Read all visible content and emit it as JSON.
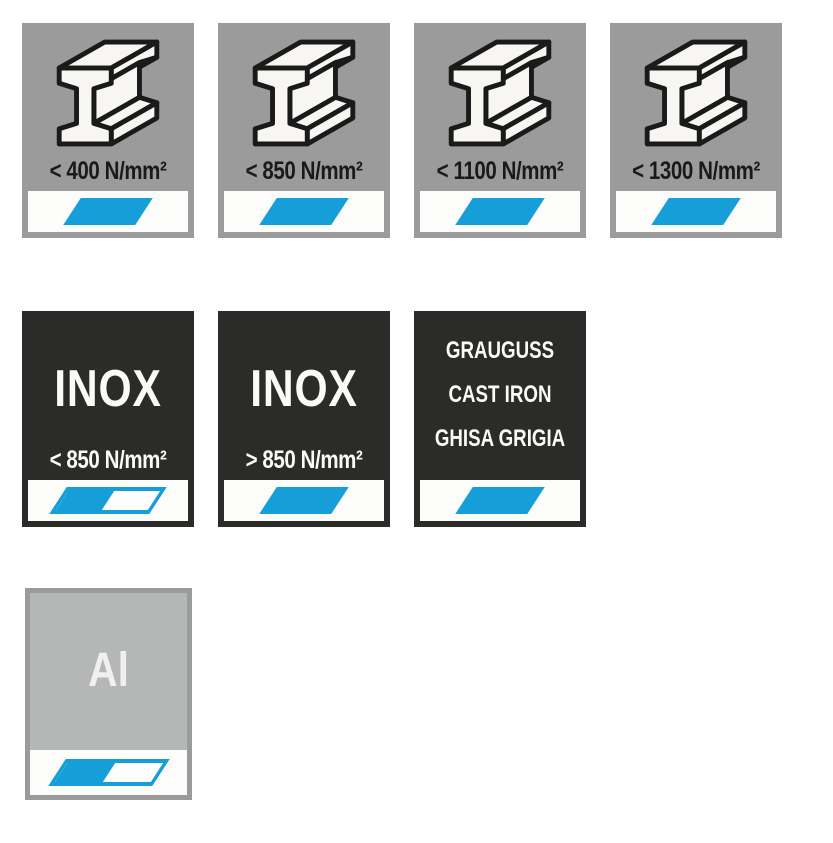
{
  "colors": {
    "blue": "#169ED8",
    "tile_gray": "#9B9B9B",
    "tile_black": "#2B2B29",
    "al_bg": "#B5B7B7",
    "al_border": "#9A9C9C",
    "strip_white": "#FCFCFA",
    "ink": "#1A1A1A",
    "light_text": "#FAFAF8"
  },
  "tiles": [
    {
      "material": "steel",
      "icon": "i-beam-icon",
      "label": "< 400 N/mm²",
      "marker": "solid"
    },
    {
      "material": "steel",
      "icon": "i-beam-icon",
      "label": "< 850 N/mm²",
      "marker": "solid"
    },
    {
      "material": "steel",
      "icon": "i-beam-icon",
      "label": "< 1100 N/mm²",
      "marker": "solid"
    },
    {
      "material": "steel",
      "icon": "i-beam-icon",
      "label": "< 1300 N/mm²",
      "marker": "solid"
    },
    {
      "material": "stainless-steel",
      "title": "INOX",
      "label": "< 850 N/mm²",
      "marker": "half-outline"
    },
    {
      "material": "stainless-steel",
      "title": "INOX",
      "label": "> 850 N/mm²",
      "marker": "solid"
    },
    {
      "material": "cast-iron",
      "lines": [
        "GRAUGUSS",
        "CAST IRON",
        "GHISA GRIGIA"
      ],
      "marker": "solid"
    },
    {
      "material": "aluminum",
      "title": "Al",
      "marker": "half-outline"
    }
  ]
}
